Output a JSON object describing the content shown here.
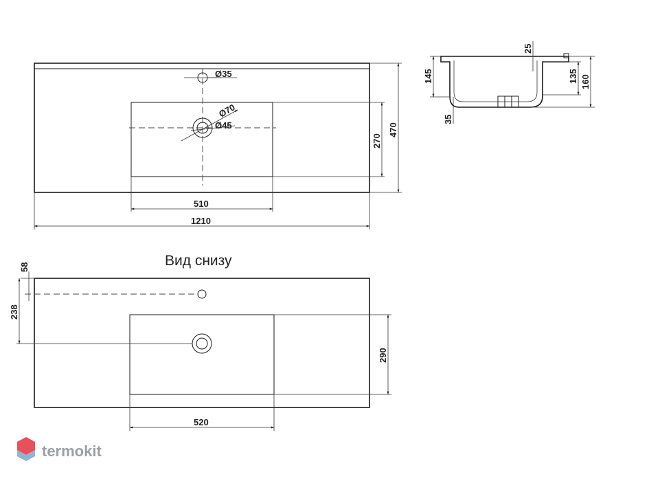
{
  "top_view": {
    "dims": {
      "hole_tap": "Ø35",
      "overflow": "Ø70",
      "drain": "Ø45",
      "bowl_depth": "270",
      "total_depth": "470",
      "bowl_width": "510",
      "total_width": "1210"
    }
  },
  "side_view": {
    "dims": {
      "rim": "25",
      "outer_height": "145",
      "inner_height": "135",
      "full_height": "160",
      "bottom": "35"
    }
  },
  "bottom_view": {
    "caption": "Вид снизу",
    "dims": {
      "hole_offset": "58",
      "drain_offset": "238",
      "bowl_depth": "290",
      "bowl_width": "520"
    }
  },
  "brand": {
    "name": "termokit",
    "colors": {
      "top": "#e8505b",
      "bottom": "#8fb4d6",
      "text": "#9aa0a6"
    }
  }
}
